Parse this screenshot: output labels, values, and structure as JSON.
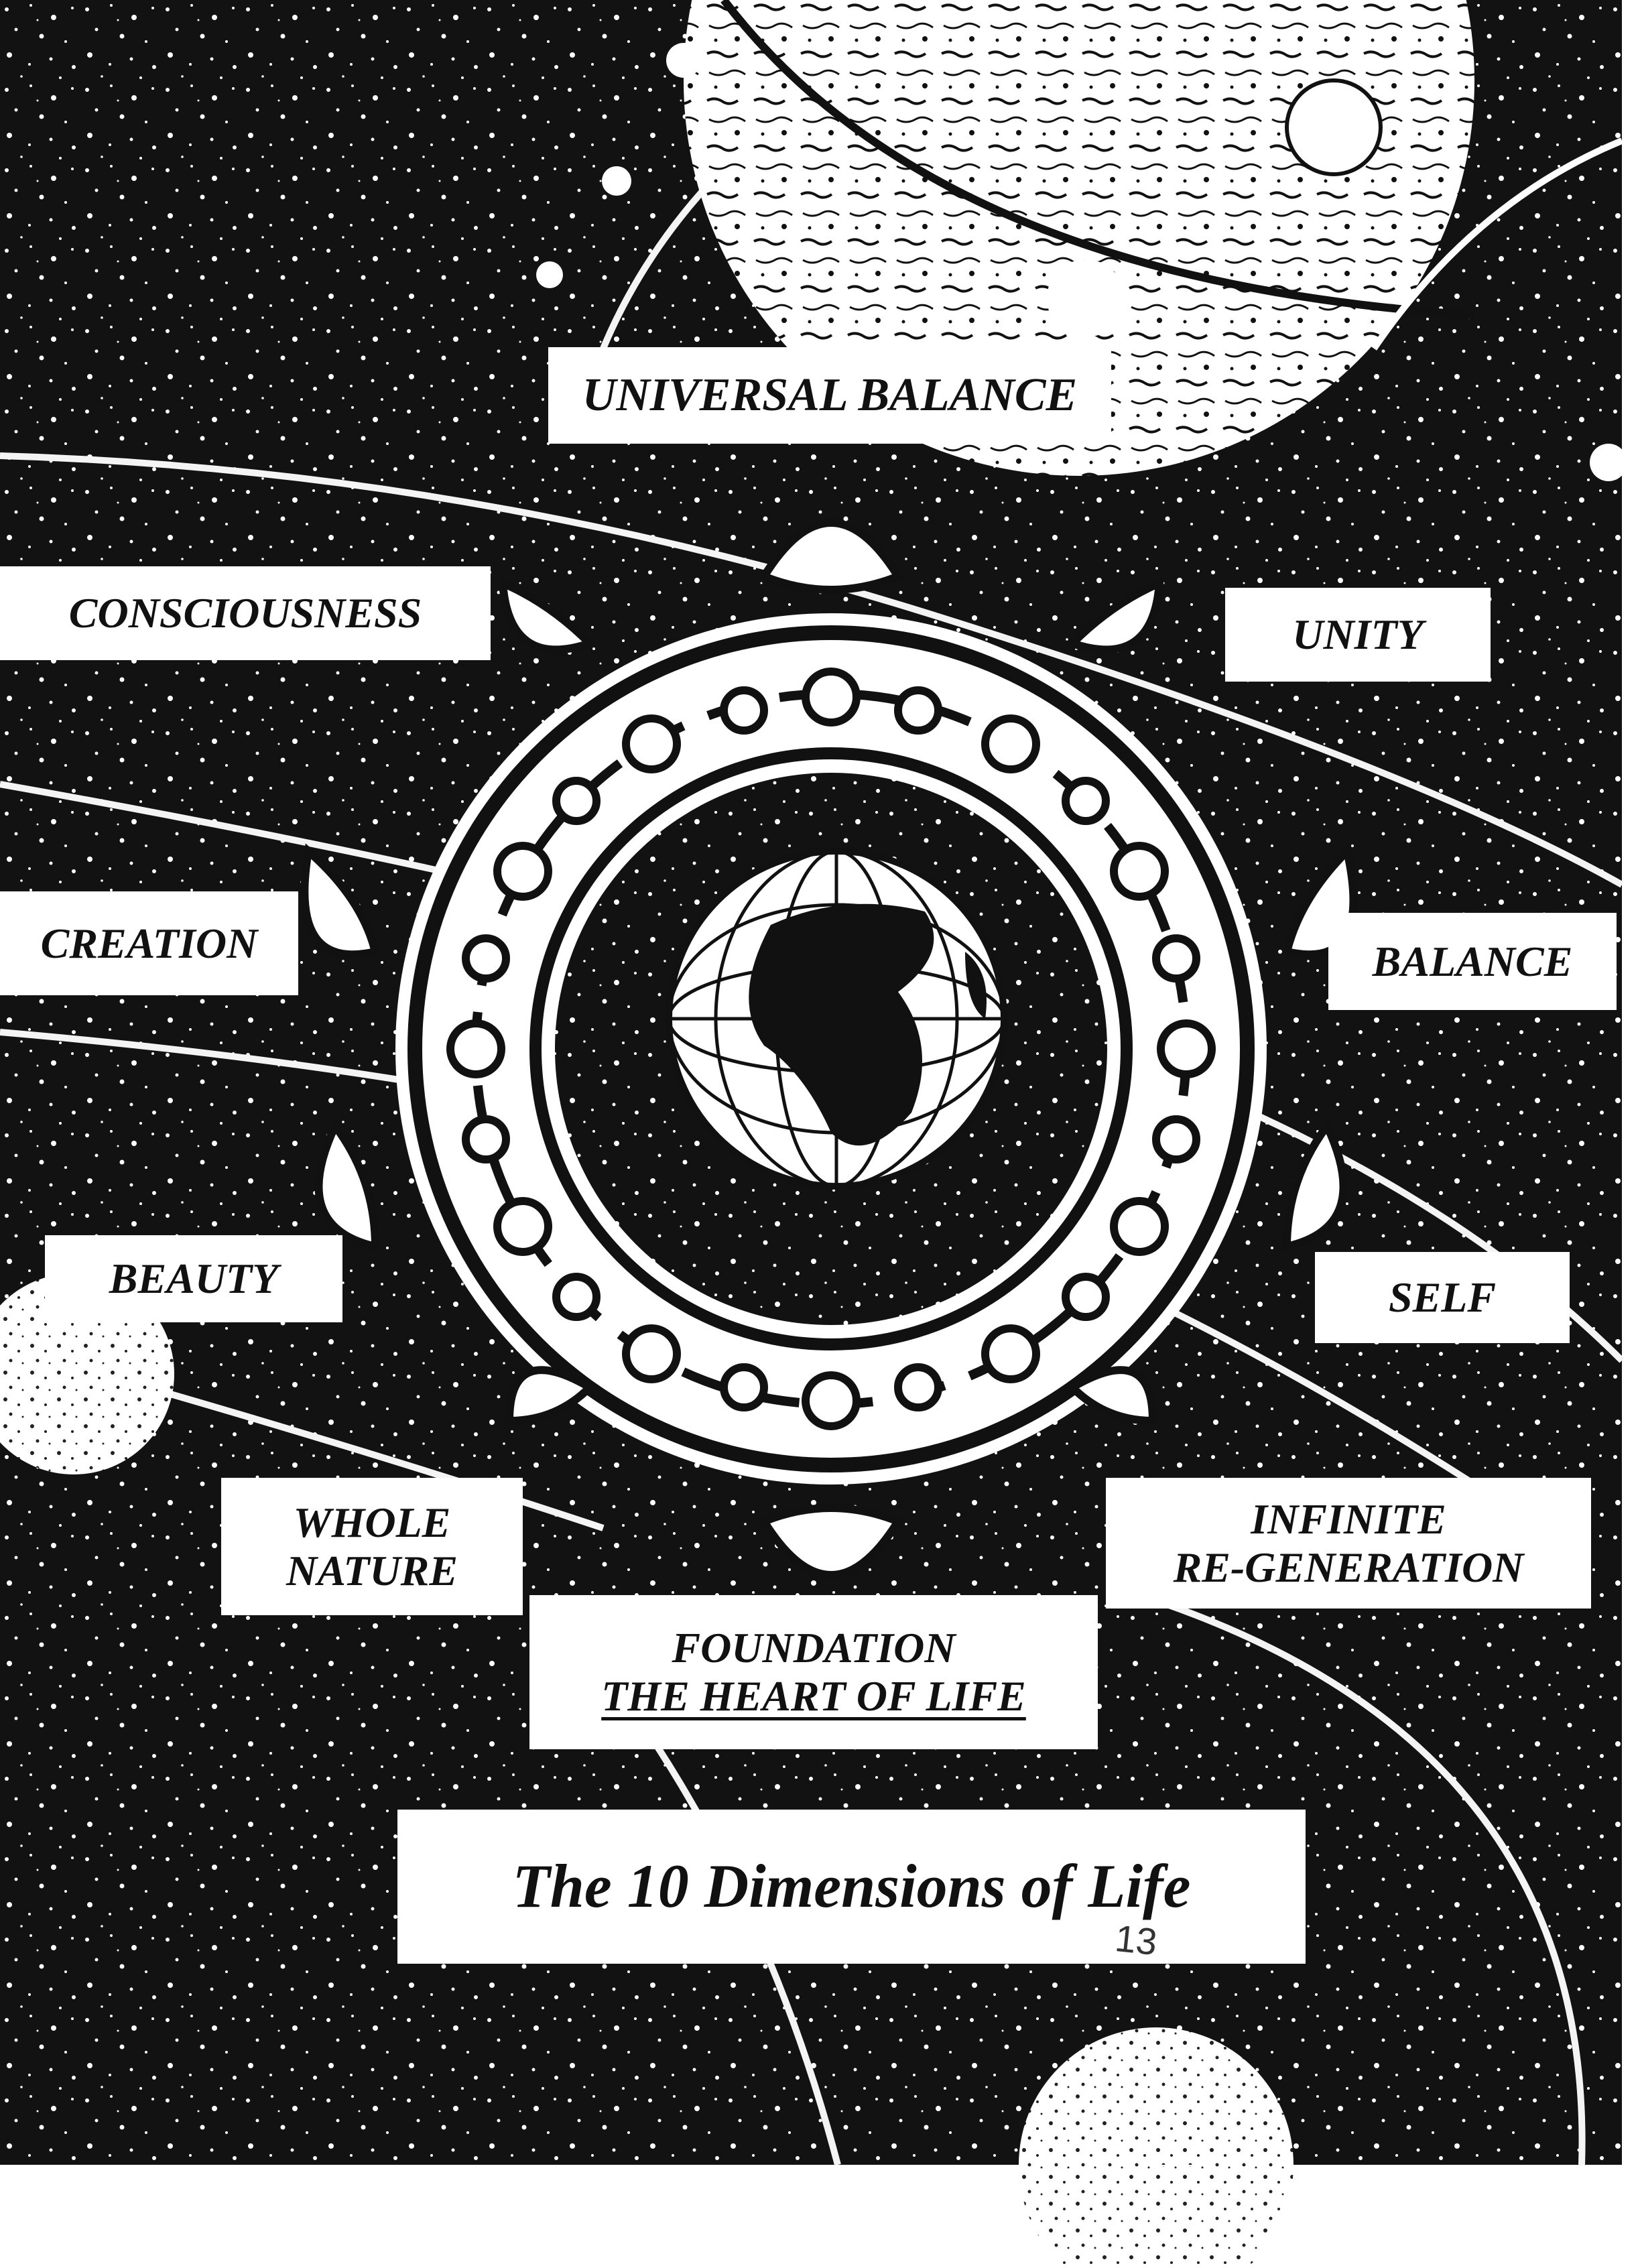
{
  "diagram": {
    "labels": {
      "universal_balance": "UNIVERSAL BALANCE",
      "consciousness": "CONSCIOUSNESS",
      "unity": "UNITY",
      "creation": "CREATION",
      "balance": "BALANCE",
      "beauty": "BEAUTY",
      "self": "SELF",
      "whole_nature": [
        "WHOLE",
        "NATURE"
      ],
      "infinite_regeneration": [
        "INFINITE",
        "RE-GENERATION"
      ],
      "foundation": [
        "FOUNDATION",
        "THE HEART OF LIFE"
      ]
    },
    "title": "The 10 Dimensions of Life",
    "handwritten_page_number": "13",
    "colors": {
      "ink": "#111111",
      "paper": "#ffffff"
    }
  }
}
